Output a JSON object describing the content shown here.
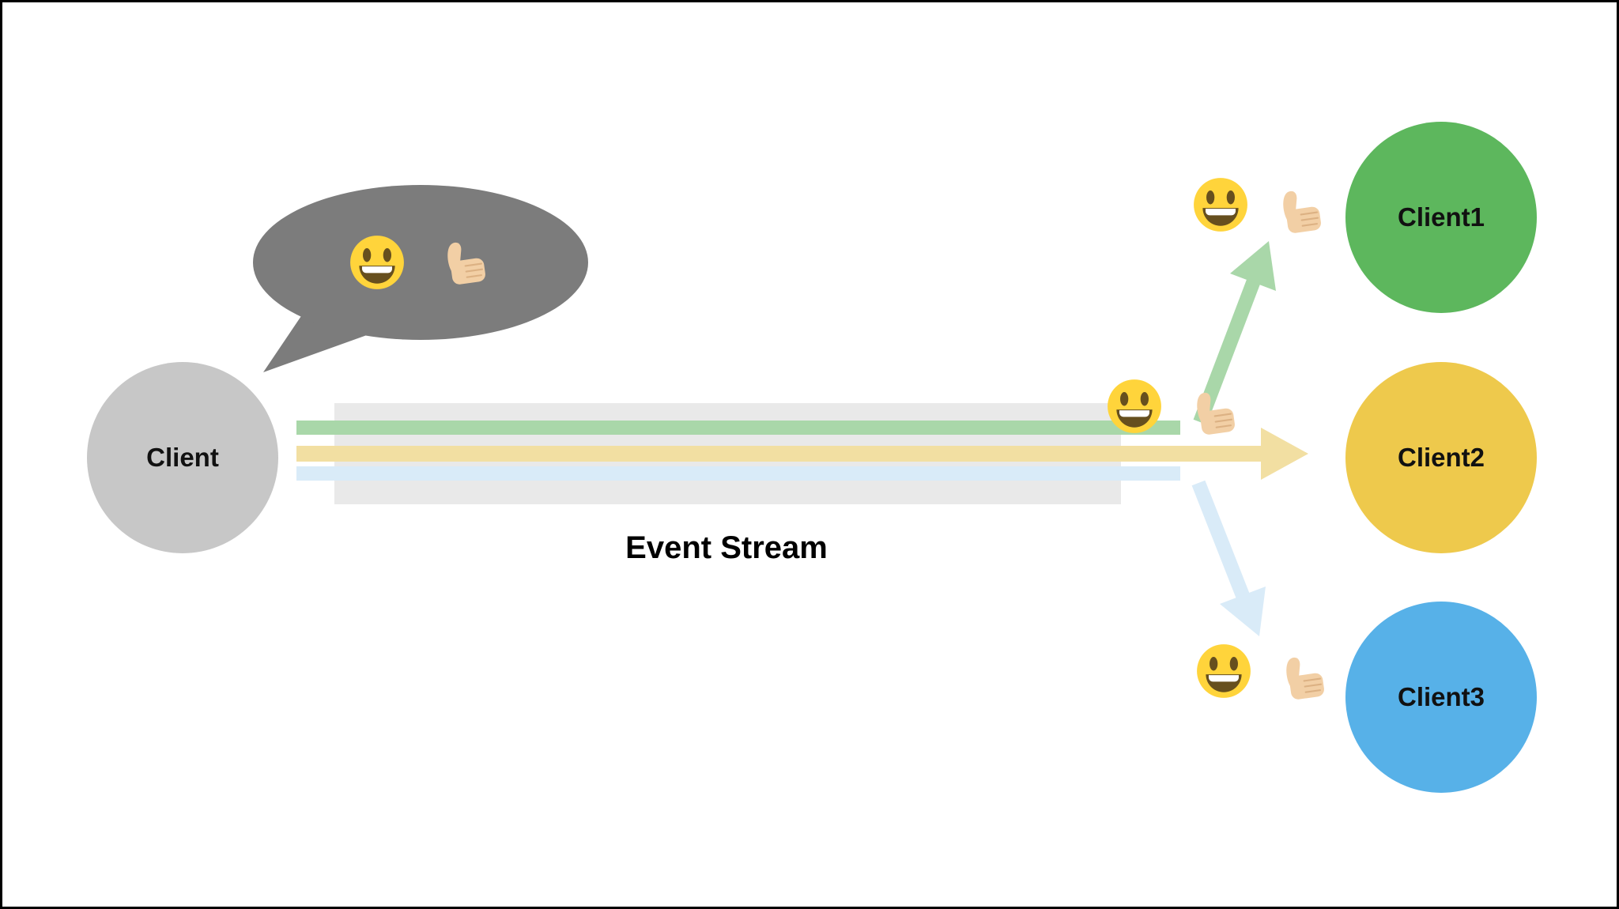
{
  "frame": {
    "background": "#ffffff",
    "border_color": "#000000"
  },
  "source": {
    "label": "Client",
    "color": "#c7c7c7"
  },
  "speech_bubble": {
    "color": "#7c7c7c",
    "emoji_smiley": "😀",
    "emoji_thumbs_up": "👍"
  },
  "stream": {
    "label": "Event Stream",
    "band_color": "#e9e9e9"
  },
  "arrows": [
    {
      "name": "green-arrow",
      "color": "#a9d7a9",
      "from": "Client",
      "to": "Client1"
    },
    {
      "name": "yellow-arrow",
      "color": "#f2dfa2",
      "from": "Client",
      "to": "Client2"
    },
    {
      "name": "blue-arrow",
      "color": "#d9ebf8",
      "from": "Client",
      "to": "Client3"
    }
  ],
  "clients": [
    {
      "label": "Client1",
      "color": "#5db75d"
    },
    {
      "label": "Client2",
      "color": "#eec94c"
    },
    {
      "label": "Client3",
      "color": "#57b1e8"
    }
  ],
  "event_markers": {
    "emoji_smiley": "😀",
    "emoji_thumbs_up": "👍"
  }
}
